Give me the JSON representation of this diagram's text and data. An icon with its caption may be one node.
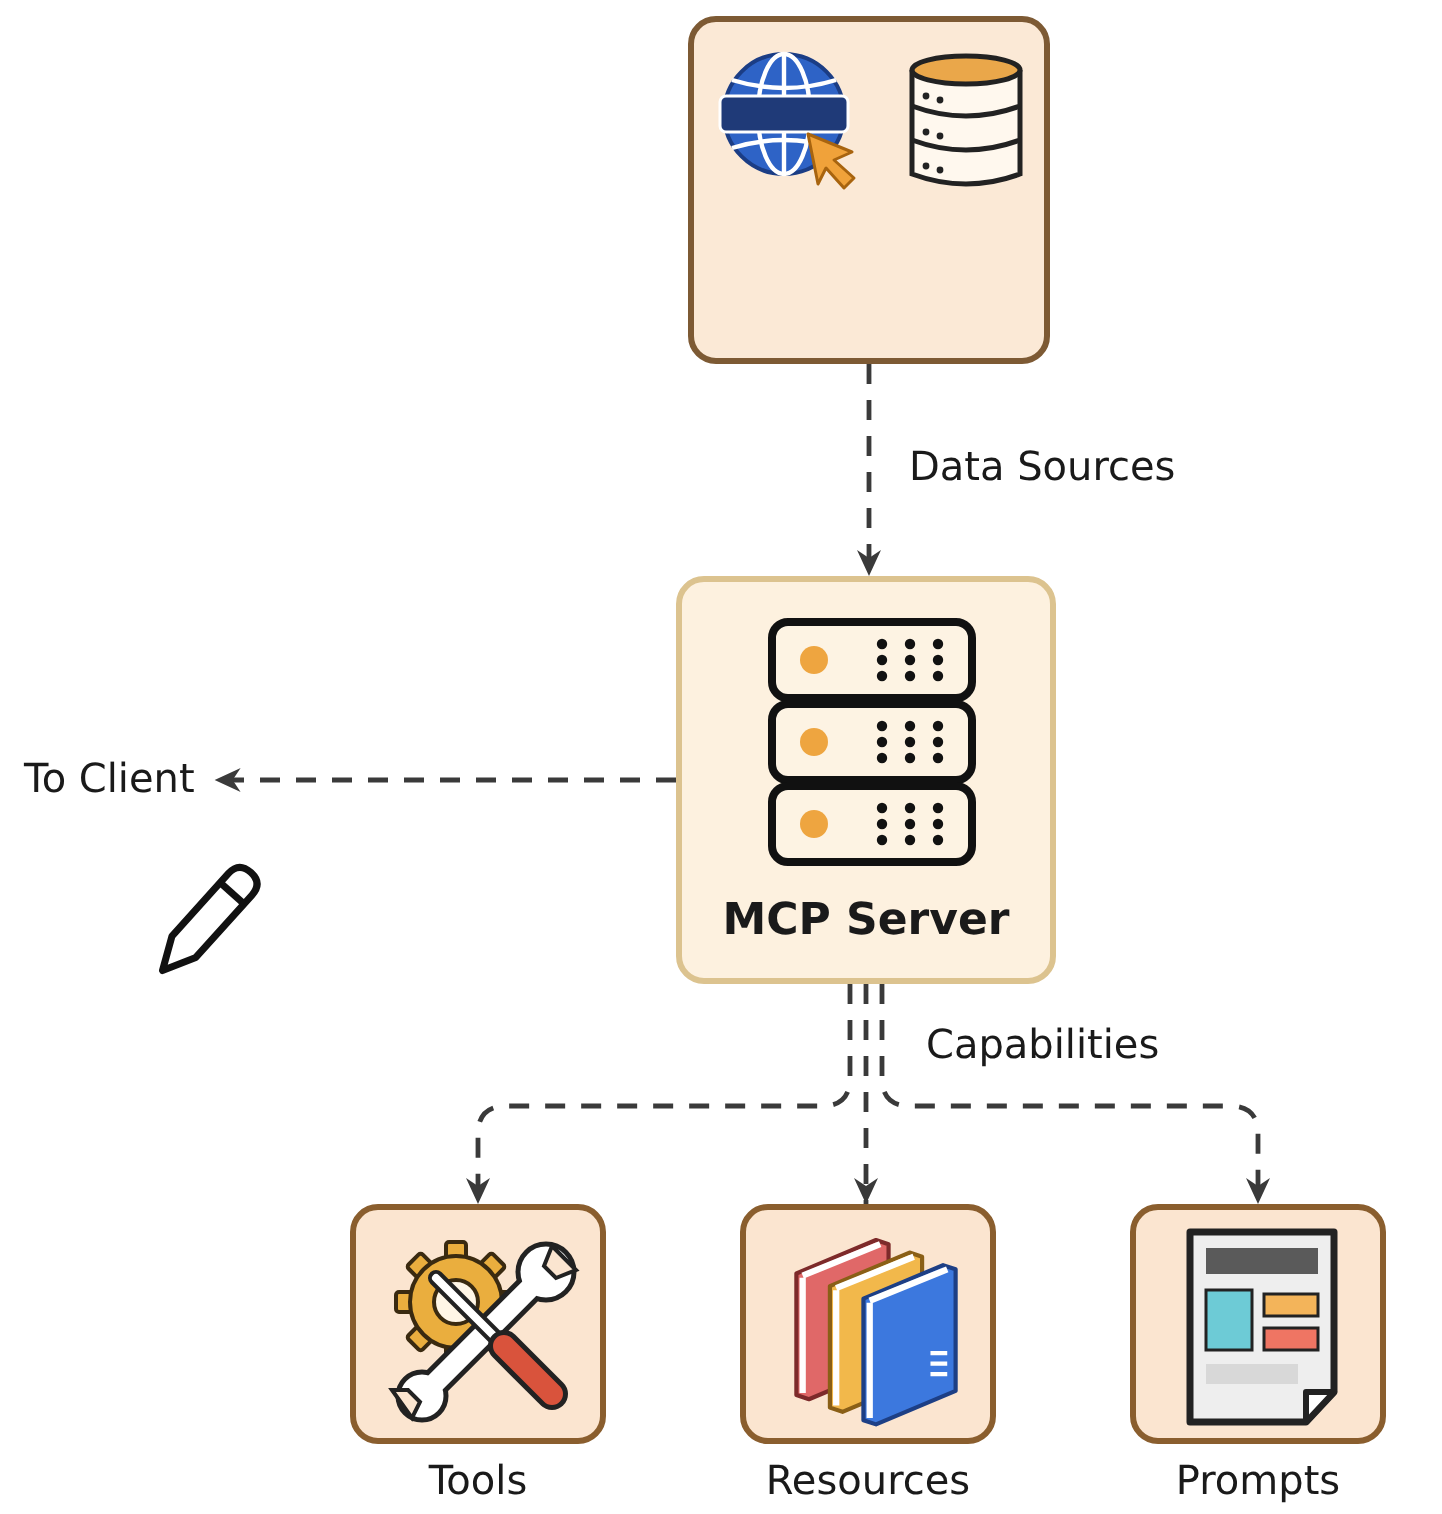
{
  "diagram": {
    "nodes": [
      {
        "text": [],
        "shape": "box"
      },
      {
        "text": [
          "MCP Server"
        ]
      },
      {
        "text": [
          "To Client"
        ]
      },
      {
        "text": [
          "Tools"
        ]
      },
      {
        "text": [
          "Resources"
        ]
      },
      {
        "text": [
          "Prompts"
        ]
      }
    ],
    "edges": [
      {
        "from": 0,
        "to": 1,
        "arrow": "to",
        "style": "dashed",
        "label": "Data Sources"
      },
      {
        "from": 1,
        "to": 2,
        "arrow": "to",
        "style": "dashed"
      },
      {
        "from": 1,
        "to": 3,
        "arrow": "to",
        "style": "dashed"
      },
      {
        "from": 1,
        "to": 4,
        "arrow": "to",
        "style": "dashed"
      },
      {
        "from": 1,
        "to": 5,
        "arrow": "to",
        "style": "dashed"
      }
    ],
    "labels": [
      "Capabilities"
    ]
  }
}
